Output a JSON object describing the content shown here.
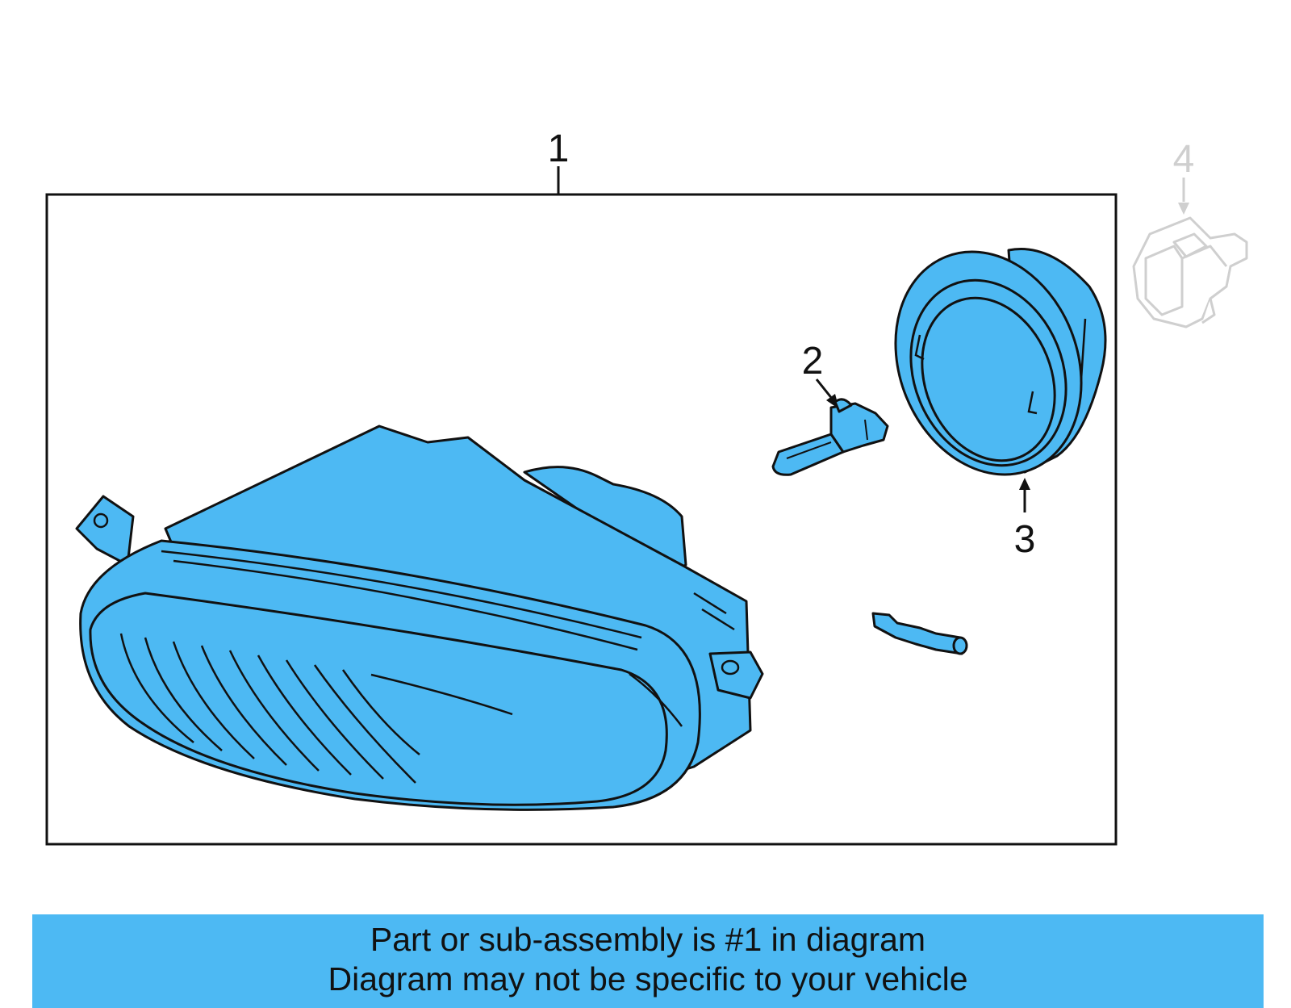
{
  "diagram": {
    "callouts": [
      {
        "id": "1",
        "label": "1"
      },
      {
        "id": "2",
        "label": "2"
      },
      {
        "id": "3",
        "label": "3"
      },
      {
        "id": "4",
        "label": "4"
      }
    ],
    "colors": {
      "part_fill": "#4db9f3",
      "outline": "#111111",
      "inactive_part": "#cfcfcf",
      "banner_fill": "#4db9f3"
    }
  },
  "banner": {
    "line1": "Part or sub-assembly is #1 in diagram",
    "line2": "Diagram may not be specific to your vehicle"
  }
}
